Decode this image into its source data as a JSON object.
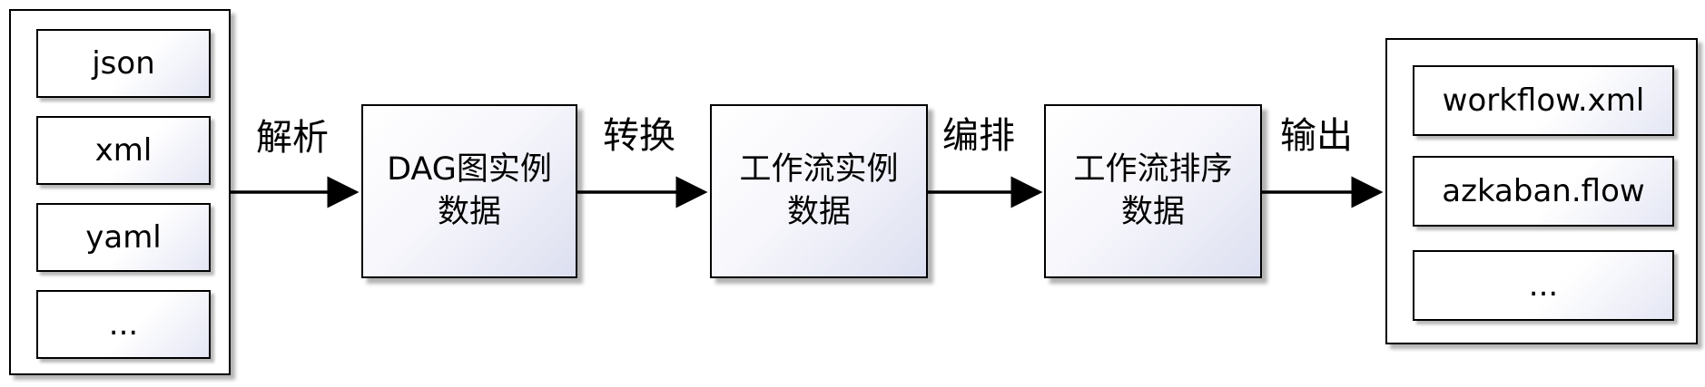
{
  "input_formats": [
    "json",
    "xml",
    "yaml",
    "..."
  ],
  "edges": [
    "解析",
    "转换",
    "编排",
    "输出"
  ],
  "nodes": [
    {
      "line1": "DAG图实例",
      "line2": "数据"
    },
    {
      "line1": "工作流实例",
      "line2": "数据"
    },
    {
      "line1": "工作流排序",
      "line2": "数据"
    }
  ],
  "output_formats": [
    "workflow.xml",
    "azkaban.flow",
    "..."
  ]
}
